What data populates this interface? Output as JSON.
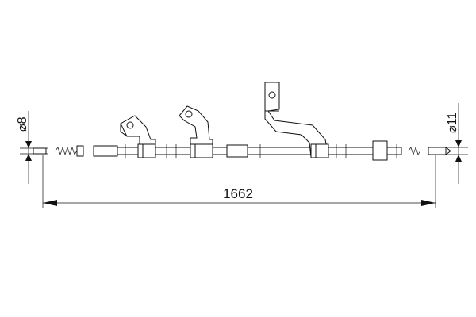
{
  "dimensions": {
    "overall_length": "1662",
    "left_diameter": "⌀8",
    "right_diameter": "⌀11"
  }
}
